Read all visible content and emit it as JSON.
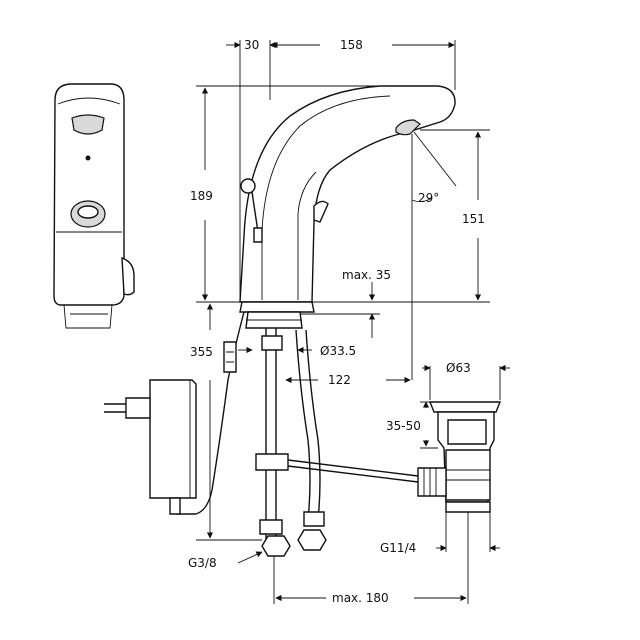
{
  "dimensions": {
    "d30": "30",
    "d158": "158",
    "d189": "189",
    "d151": "151",
    "d29deg": "29°",
    "max35": "max. 35",
    "dia33_5": "Ø33.5",
    "d355": "355",
    "d122": "122",
    "dia63": "Ø63",
    "d35_50": "35-50",
    "g11_4": "G11/4",
    "g3_8": "G3/8",
    "max180": "max. 180"
  },
  "colors": {
    "line": "#111111",
    "background": "#ffffff",
    "shade": "#d9d9d9"
  }
}
